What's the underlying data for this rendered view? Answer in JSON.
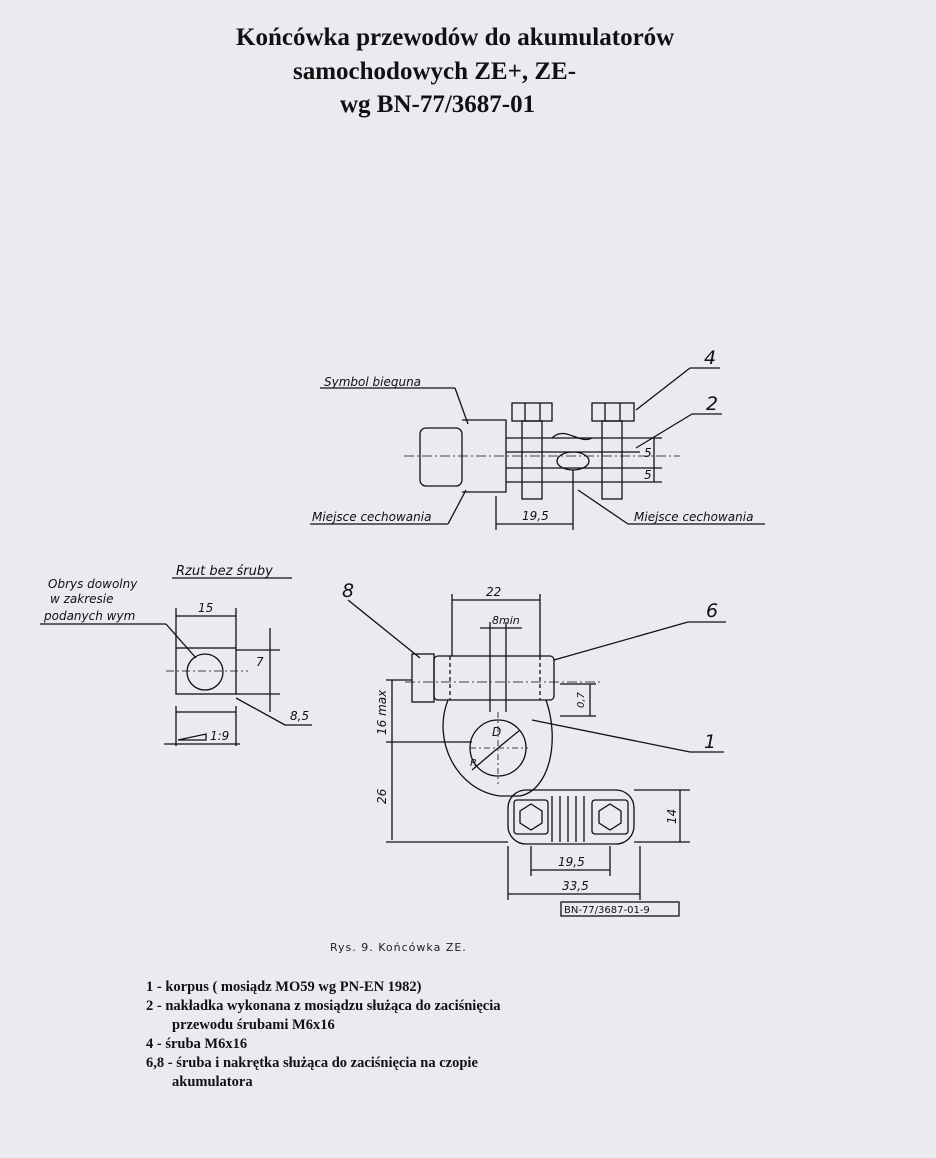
{
  "title": {
    "line1": "Końcówka przewodów do akumulatorów",
    "line2": "samochodowych ZE+, ZE-",
    "line3": "wg BN-77/3687-01"
  },
  "drawing": {
    "top_view": {
      "symbol_label": "Symbol bieguna",
      "mark_left": "Miejsce cechowania",
      "mark_right": "Miejsce cechowania",
      "dim_19_5": "19,5",
      "dim_5_a": "5",
      "dim_5_b": "5",
      "part_4": "4",
      "part_2": "2"
    },
    "section_view": {
      "title": "Rzut bez śruby",
      "note_line1": "Obrys dowolny",
      "note_line2": "w zakresie",
      "note_line3": "podanych wym",
      "dim_15": "15",
      "dim_7": "7",
      "dim_8_5": "8,5",
      "taper": "1:9"
    },
    "front_view": {
      "part_8": "8",
      "part_6": "6",
      "part_1": "1",
      "dim_22": "22",
      "dim_8min": "8min",
      "dim_16max": "16 max",
      "dim_26": "26",
      "dim_0_7": "0,7",
      "dim_14": "14",
      "dim_19_5": "19,5",
      "dim_33_5": "33,5",
      "label_D": "D",
      "label_R": "R"
    },
    "stamp": "BN-77/3687-01-9"
  },
  "caption": "Rys. 9. Końcówka ZE.",
  "legend": [
    {
      "line": "1 - korpus ( mosiądz MO59 wg PN-EN 1982)"
    },
    {
      "line": "2 - nakładka wykonana z mosiądzu służąca do zaciśnięcia"
    },
    {
      "line": "przewodu śrubami M6x16"
    },
    {
      "line": "4 - śruba M6x16"
    },
    {
      "line": "6,8 - śruba i nakrętka służąca do zaciśnięcia na czopie"
    },
    {
      "line": "akumulatora"
    }
  ]
}
